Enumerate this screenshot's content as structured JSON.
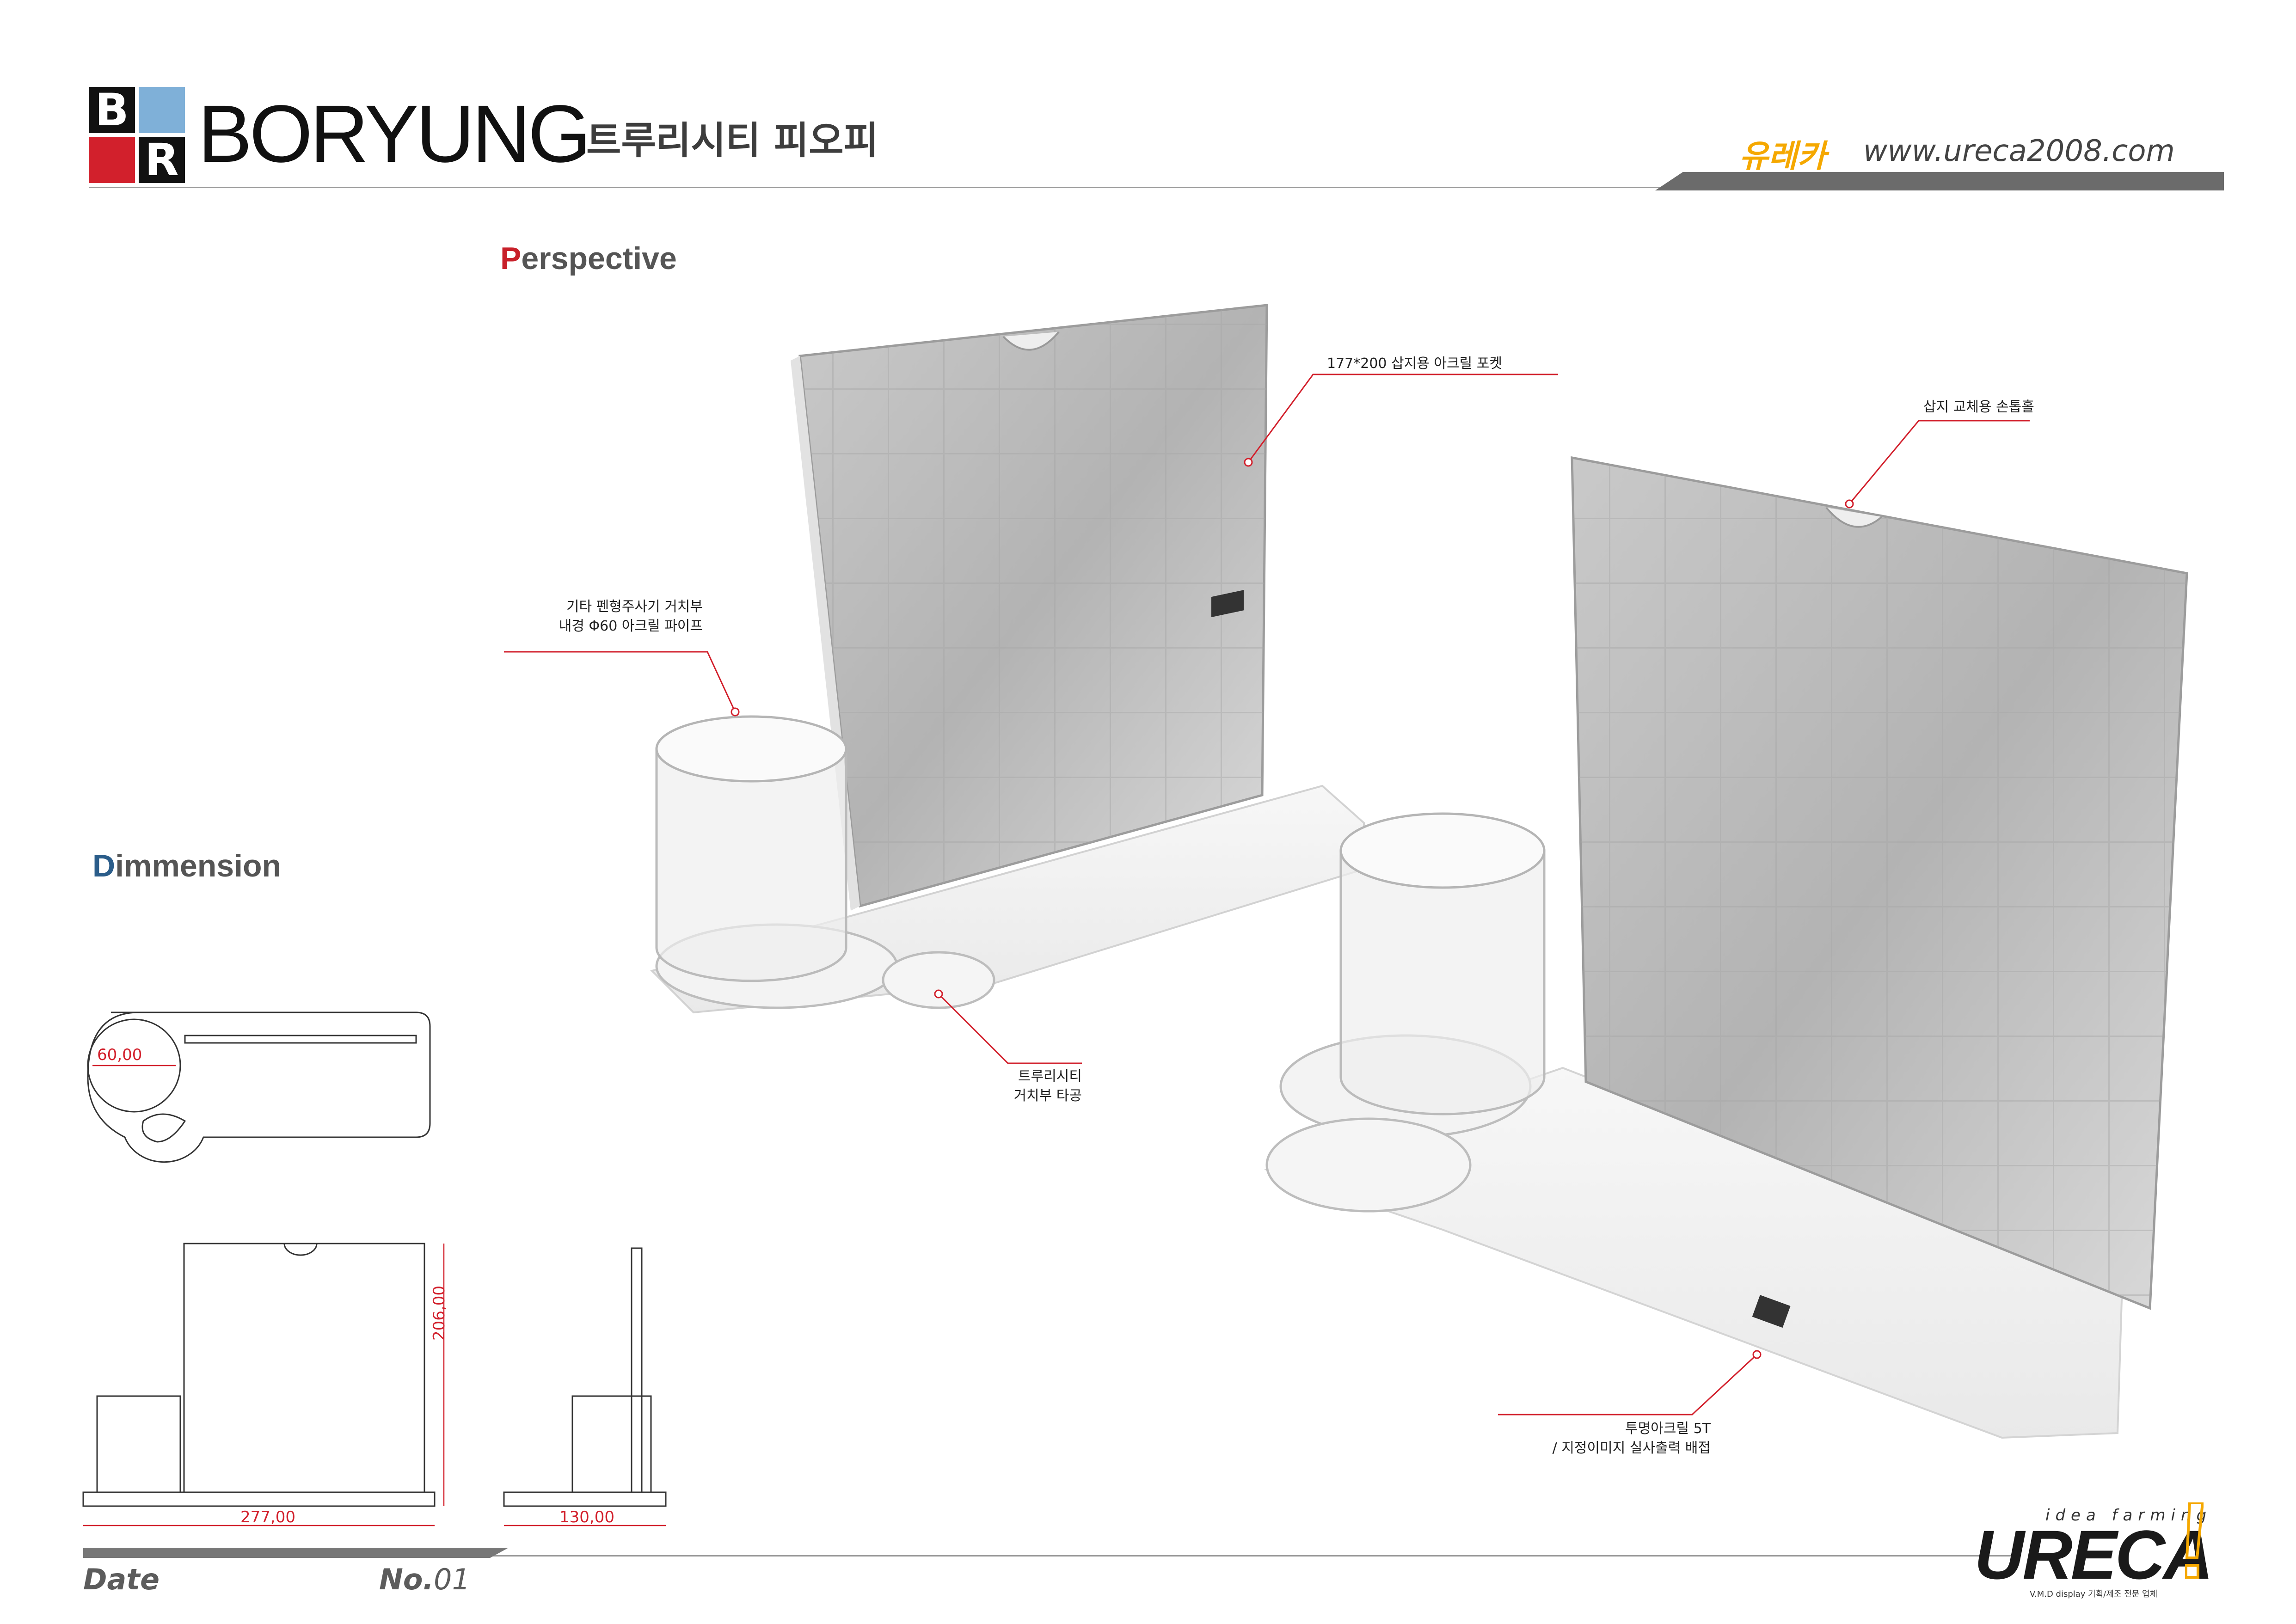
{
  "header": {
    "brand": "BORYUNG",
    "subtitle": "트루리시티 피오피",
    "logo_letters": [
      "B",
      "R"
    ],
    "logo_colors": {
      "black": "#111111",
      "blue": "#7fb0d8",
      "red": "#d2202c"
    },
    "ureca_ko": "유레카",
    "ureca_url": "www.ureca2008.com"
  },
  "sections": {
    "perspective": {
      "initial": "P",
      "rest": "erspective"
    },
    "dimension": {
      "initial": "D",
      "rest": "immension"
    }
  },
  "callouts": {
    "pocket": "177*200 삽지용 아크릴 포켓",
    "notch": "삽지 교체용 손톱홀",
    "pipe": "기타 펜형주사기 거치부\n내경 Φ60 아크릴 파이프",
    "hole": "트루리시티\n거치부 타공",
    "base": "투명아크릴 5T\n/ 지정이미지 실사출력 배접"
  },
  "dimensions": {
    "diameter": "60,00",
    "height": "206,00",
    "width": "277,00",
    "depth": "130,00"
  },
  "footer": {
    "date_label": "Date",
    "no_label": "No.",
    "no_value": "01",
    "tagline": "idea farming",
    "brand": "URECA",
    "desc": "V.M.D display 기획/제조 전문 업체"
  },
  "icons": [
    "boryung-logo-icon",
    "ureca-logo-icon"
  ]
}
